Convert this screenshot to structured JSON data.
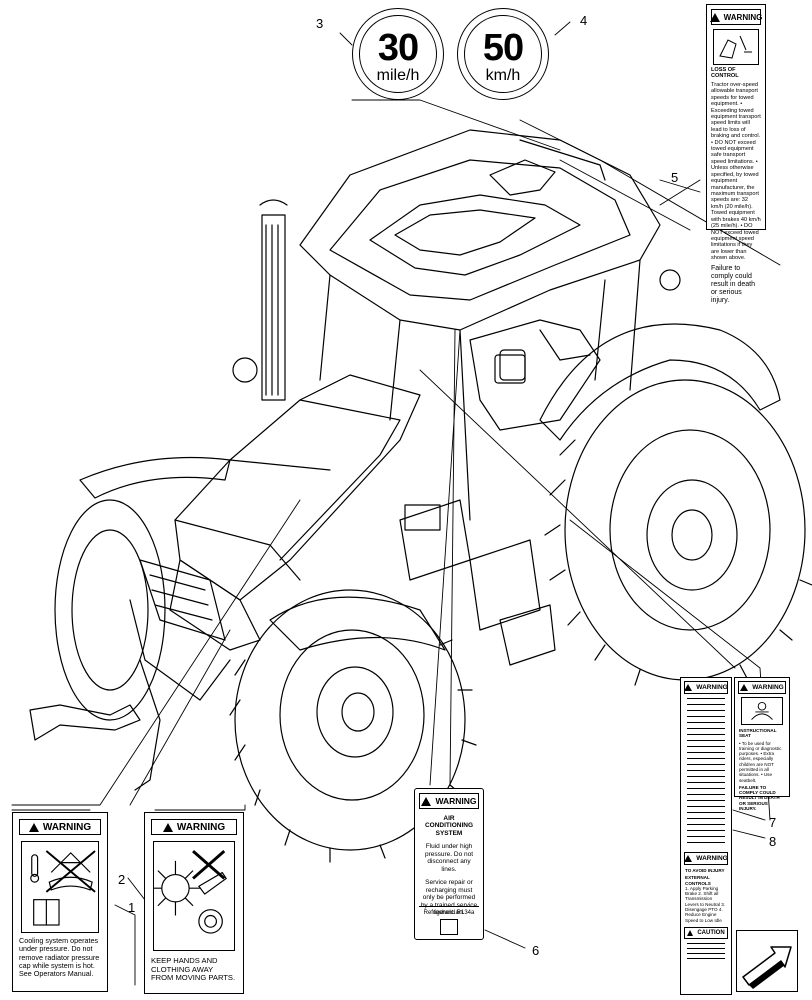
{
  "callouts": [
    "1",
    "2",
    "3",
    "4",
    "5",
    "6",
    "7",
    "8"
  ],
  "speed_signs": [
    {
      "value": "30",
      "unit": "mile/h"
    },
    {
      "value": "50",
      "unit": "km/h"
    }
  ],
  "decal_5": {
    "header": "WARNING",
    "title": "LOSS OF CONTROL",
    "body": "Tractor over-speed allowable transport speeds for towed equipment. • Exceeding towed equipment transport speed limits will lead to loss of braking and control. • DO NOT exceed towed equipment safe transport speed limitations. • Unless otherwise specified, by towed equipment manufacturer, the maximum transport speeds are: 32 km/h (20 mile/h). Towed equipment with brakes 40 km/h (25 mile/h). • DO NOT exceed towed equipment speed limitations if they are lower than shown above.",
    "footer": "Failure to comply could result in death or serious injury."
  },
  "decal_1": {
    "header": "WARNING",
    "text": "Cooling system operates under pressure. Do not remove radiator pressure cap while system is hot. See Operators Manual."
  },
  "decal_2": {
    "header": "WARNING",
    "text": "KEEP HANDS AND CLOTHING AWAY FROM MOVING PARTS."
  },
  "decal_6": {
    "header": "WARNING",
    "title": "AIR CONDITIONING SYSTEM",
    "line1": "Fluid under high pressure. Do not disconnect any lines.",
    "line2": "Service repair or recharging must only be performed by a trained service technician.",
    "footer": "Refrigerant: R134a"
  },
  "decal_7": {
    "header": "WARNING",
    "title": "INSTRUCTIONAL SEAT",
    "body": "• To be used for training or diagnostic purposes. • Extra riders, especially children are NOT permitted in all situations. • Use seatbelt.",
    "footer": "FAILURE TO COMPLY COULD RESULT IN DEATH OR SERIOUS INJURY."
  },
  "decal_8": {
    "header": "WARNING",
    "header2": "WARNING",
    "title": "TO AVOID INJURY",
    "controls": "EXTERNAL CONTROLS",
    "items": "1. Apply Parking Brake 2. Shift all Transmission Levers to Neutral 3. Disengage PTO 4. Reduce Engine Speed to Low Idle",
    "caution": "CAUTION"
  },
  "colors": {
    "ink": "#000000",
    "paper": "#ffffff"
  },
  "icons": [
    "thermometer-icon",
    "radiator-cap-icon",
    "manual-book-icon",
    "fan-hand-icon",
    "seat-icon",
    "nav-arrow-icon"
  ]
}
